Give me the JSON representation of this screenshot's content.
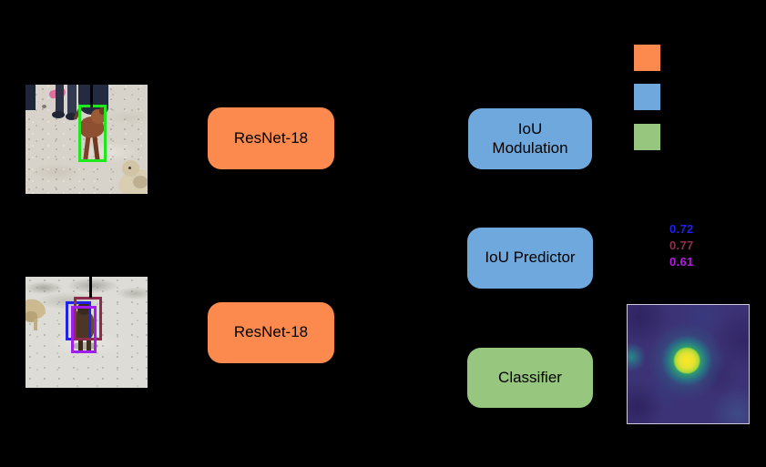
{
  "blocks": {
    "resnet_top": {
      "label": "ResNet-18",
      "color": "#FC8A4F"
    },
    "resnet_bottom": {
      "label": "ResNet-18",
      "color": "#FC8A4F"
    },
    "iou_modulation": {
      "lines": [
        "IoU",
        "Modulation"
      ],
      "color": "#6FA8DC"
    },
    "iou_predictor": {
      "label": "IoU Predictor",
      "color": "#6FA8DC"
    },
    "classifier": {
      "label": "Classifier",
      "color": "#97C67E"
    }
  },
  "legend": {
    "swatches": [
      {
        "color": "#FC8A4F"
      },
      {
        "color": "#6FA8DC"
      },
      {
        "color": "#97C67E"
      }
    ]
  },
  "iou_scores": [
    {
      "value": "0.72",
      "color": "#2020EF"
    },
    {
      "value": "0.77",
      "color": "#8E3150"
    },
    {
      "value": "0.61",
      "color": "#B81BE8"
    }
  ],
  "reference_image": {
    "bbox_color": "#1FE81F"
  },
  "test_image": {
    "boxes": [
      {
        "color": "#2121E8"
      },
      {
        "color": "#8C2D4E"
      },
      {
        "color": "#A01EF0"
      }
    ]
  },
  "heatmap": {
    "base_color": "#3C3376",
    "peak_color": "#FDE725"
  }
}
